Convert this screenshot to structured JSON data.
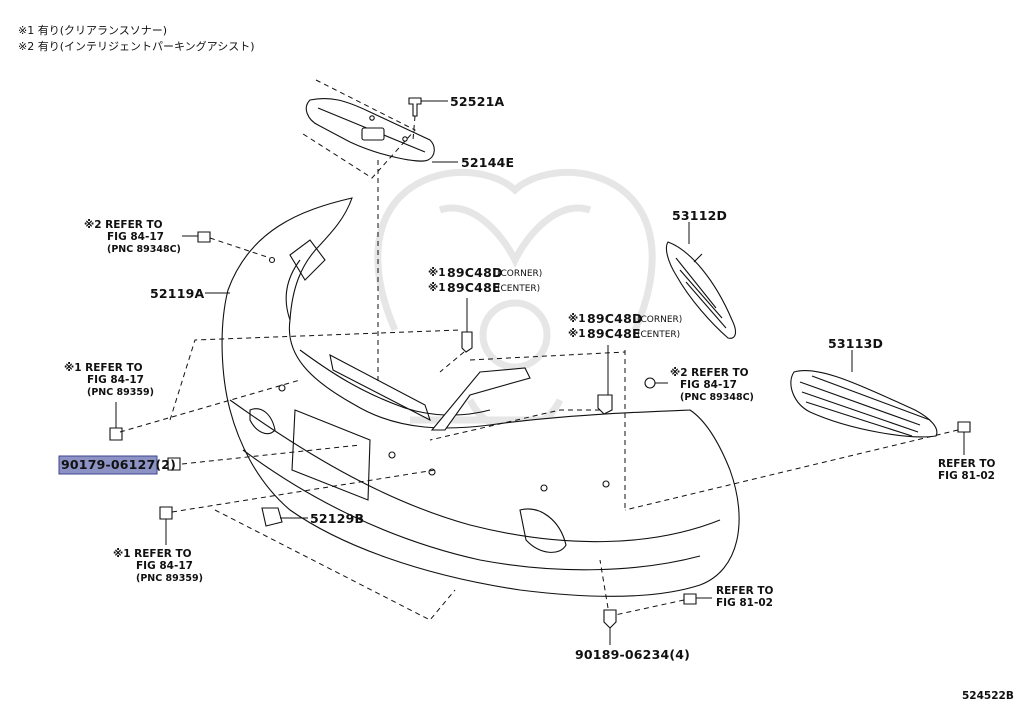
{
  "notes": [
    "※1 有り(クリアランスソナー)",
    "※2 有り(インテリジェントパーキングアシスト)"
  ],
  "parts": {
    "p52521A": "52521A",
    "p52144E": "52144E",
    "p52119A": "52119A",
    "p53112D": "53112D",
    "p53113D": "53113D",
    "p52129B": "52129B",
    "p90179": "90179-06127(2)",
    "p90189": "90189-06234(4)"
  },
  "sensor_labels": {
    "left": {
      "corner_mark": "※1",
      "corner_pn": "89C48D",
      "corner_sfx": "(CORNER)",
      "center_mark": "※1",
      "center_pn": "89C48E",
      "center_sfx": "(CENTER)"
    },
    "right": {
      "corner_mark": "※1",
      "corner_pn": "89C48D",
      "corner_sfx": "(CORNER)",
      "center_mark": "※1",
      "center_pn": "89C48E",
      "center_sfx": "(CENTER)"
    }
  },
  "refs": {
    "r1": {
      "l1": "※2 REFER TO",
      "l2": "FIG 84-17",
      "l3": "(PNC 89348C)"
    },
    "r2": {
      "l1": "※1 REFER TO",
      "l2": "FIG 84-17",
      "l3": "(PNC 89359)"
    },
    "r3": {
      "l1": "※1 REFER TO",
      "l2": "FIG 84-17",
      "l3": "(PNC 89359)"
    },
    "r4": {
      "l1": "※2 REFER TO",
      "l2": "FIG 84-17",
      "l3": "(PNC 89348C)"
    },
    "r5": {
      "l1": "REFER TO",
      "l2": "FIG 81-02"
    },
    "r6": {
      "l1": "REFER TO",
      "l2": "FIG 81-02"
    }
  },
  "illustration_id": "524522B",
  "colors": {
    "highlight": "#8c93c4",
    "line": "#111111"
  }
}
